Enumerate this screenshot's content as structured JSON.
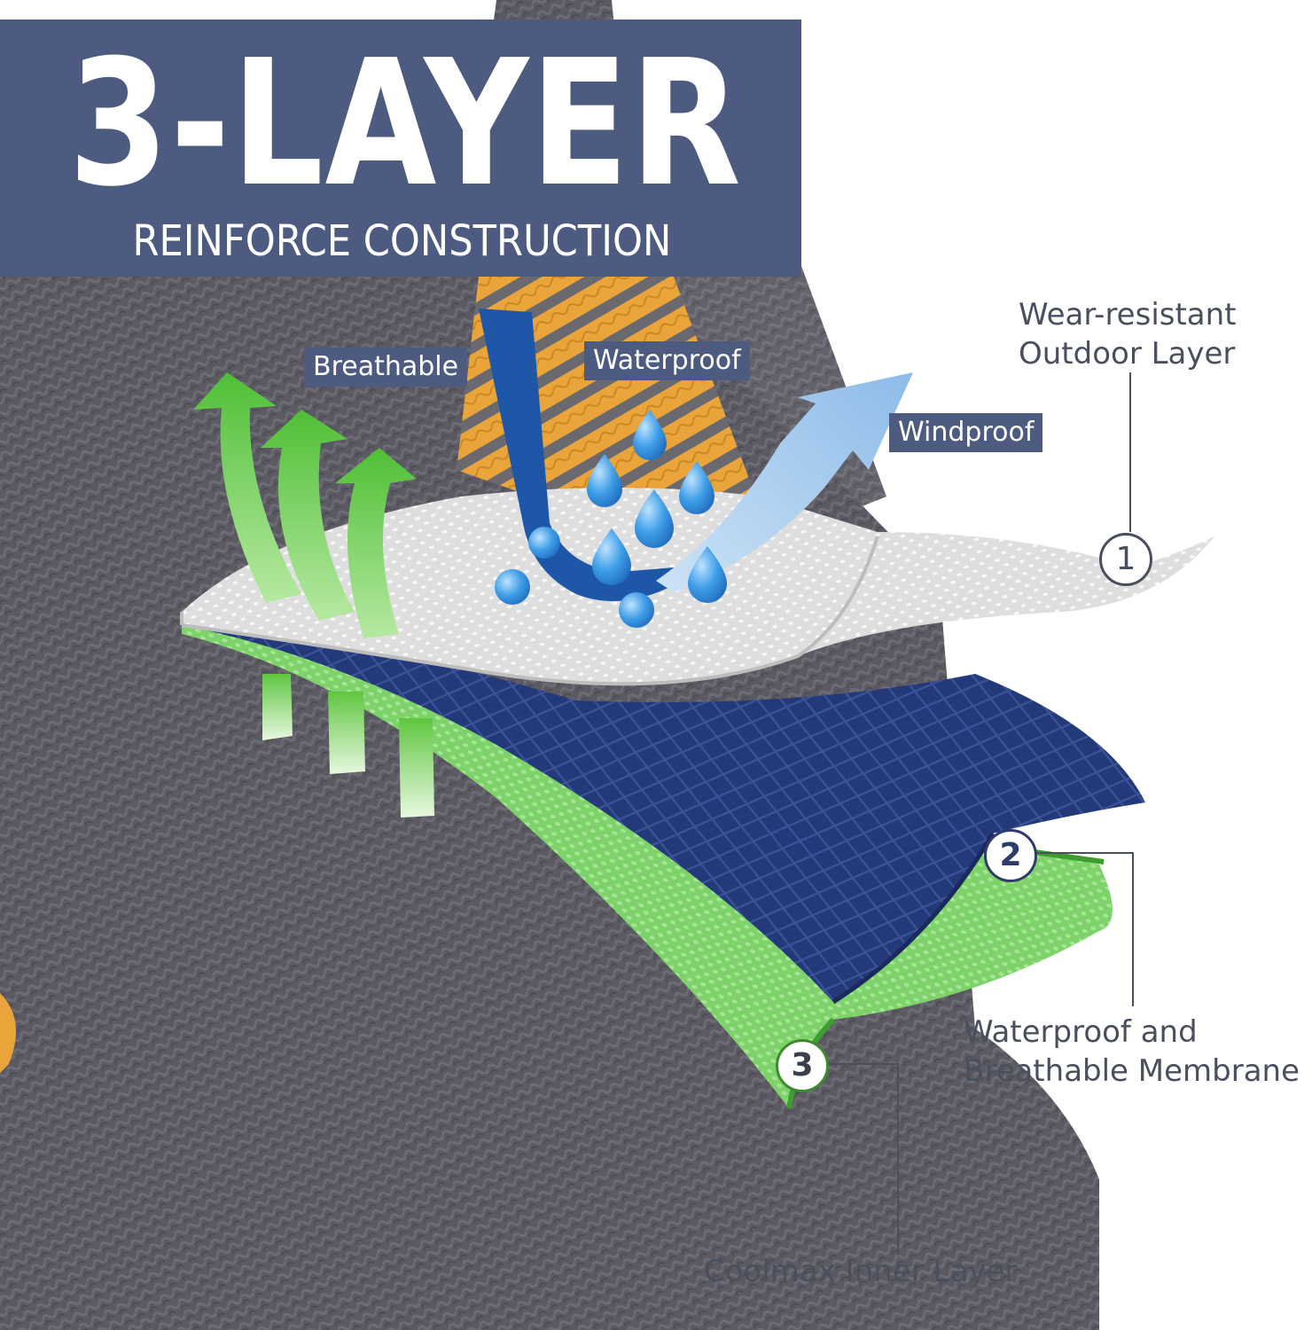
{
  "title": {
    "main": "3-LAYER",
    "subtitle": "REINFORCE CONSTRUCTION"
  },
  "feature_tags": {
    "breathable": "Breathable",
    "waterproof": "Waterproof",
    "windproof": "Windproof"
  },
  "layers": [
    {
      "number": "1",
      "label_line1": "Wear-resistant",
      "label_line2": "Outdoor Layer",
      "color": "#e6e6e6"
    },
    {
      "number": "2",
      "label_line1": "Waterproof and",
      "label_line2": "Breathable Membrane",
      "color": "#233a78"
    },
    {
      "number": "3",
      "label_line1": "Coolmax Inner Layer",
      "label_line2": "",
      "color": "#4fc24a"
    }
  ],
  "colors": {
    "banner": "#4d5b80",
    "sock_grey": "#5a5960",
    "sock_orange": "#e9a43a",
    "breathable_arrow": "#5fc63e",
    "waterproof_arrow": "#1e56a8",
    "windproof_arrow": "#9cc6ee",
    "water_drop": "#2f8fe3"
  },
  "icons": {
    "breathable": "upward-curved-arrows-icon",
    "waterproof": "bent-arrow-icon",
    "windproof": "deflected-arrow-icon",
    "drops": "water-drop-icon"
  }
}
